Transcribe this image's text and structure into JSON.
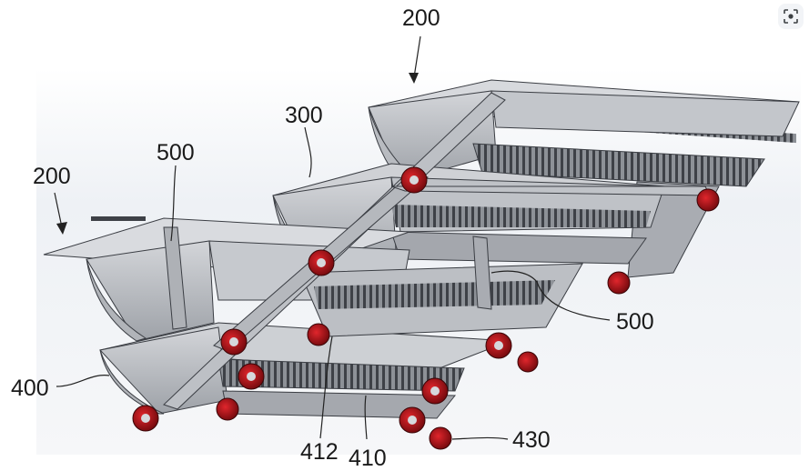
{
  "labels": {
    "top_200": "200",
    "left_200": "200",
    "l300": "300",
    "l500_left": "500",
    "l500_right": "500",
    "l400": "400",
    "l412": "412",
    "l410": "410",
    "l430": "430"
  },
  "colors": {
    "metal_light": "#c9cbcf",
    "metal_mid": "#a9acb2",
    "metal_dark": "#6f737a",
    "edge": "#3b3e44",
    "roller_red": "#c4161c",
    "roller_dark": "#7a0b0f",
    "background_haze": "#eef1f5"
  },
  "toolbar": {
    "scan_icon": "lens-scan-icon"
  }
}
